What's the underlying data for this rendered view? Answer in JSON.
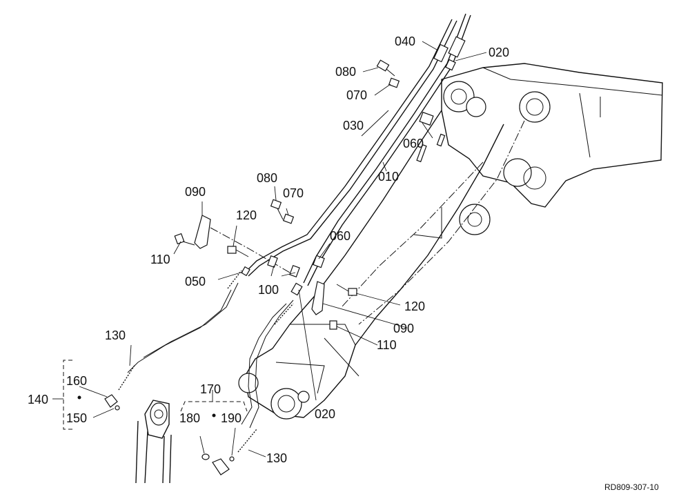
{
  "callouts": {
    "c040": "040",
    "c020_top": "020",
    "c080_top": "080",
    "c070_top": "070",
    "c030": "030",
    "c060_top": "060",
    "c010": "010",
    "c080_mid": "080",
    "c070_mid": "070",
    "c090_left": "090",
    "c120_left": "120",
    "c110_left": "110",
    "c060_mid": "060",
    "c050": "050",
    "c100": "100",
    "c120_right": "120",
    "c090_right": "090",
    "c110_right": "110",
    "c130_left": "130",
    "c160": "160",
    "c140": "140",
    "c150": "150",
    "c170": "170",
    "c180": "180",
    "c190": "190",
    "c020_bottom": "020",
    "c130_bottom": "130"
  },
  "drawing_ref": "RD809-307-10"
}
